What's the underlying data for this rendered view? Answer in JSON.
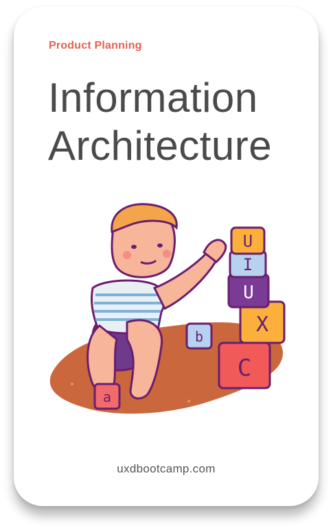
{
  "card": {
    "category": "Product Planning",
    "title_line1": "Information",
    "title_line2": "Architecture",
    "footer_url": "uxdbootcamp.com"
  },
  "illustration": {
    "blocks": [
      "U",
      "I",
      "U",
      "X",
      "C"
    ],
    "small_blocks": [
      "b",
      "a"
    ]
  },
  "colors": {
    "accent": "#e2624e",
    "title": "#4a4a4a",
    "footer": "#555555",
    "rug": "#c75a2c"
  }
}
